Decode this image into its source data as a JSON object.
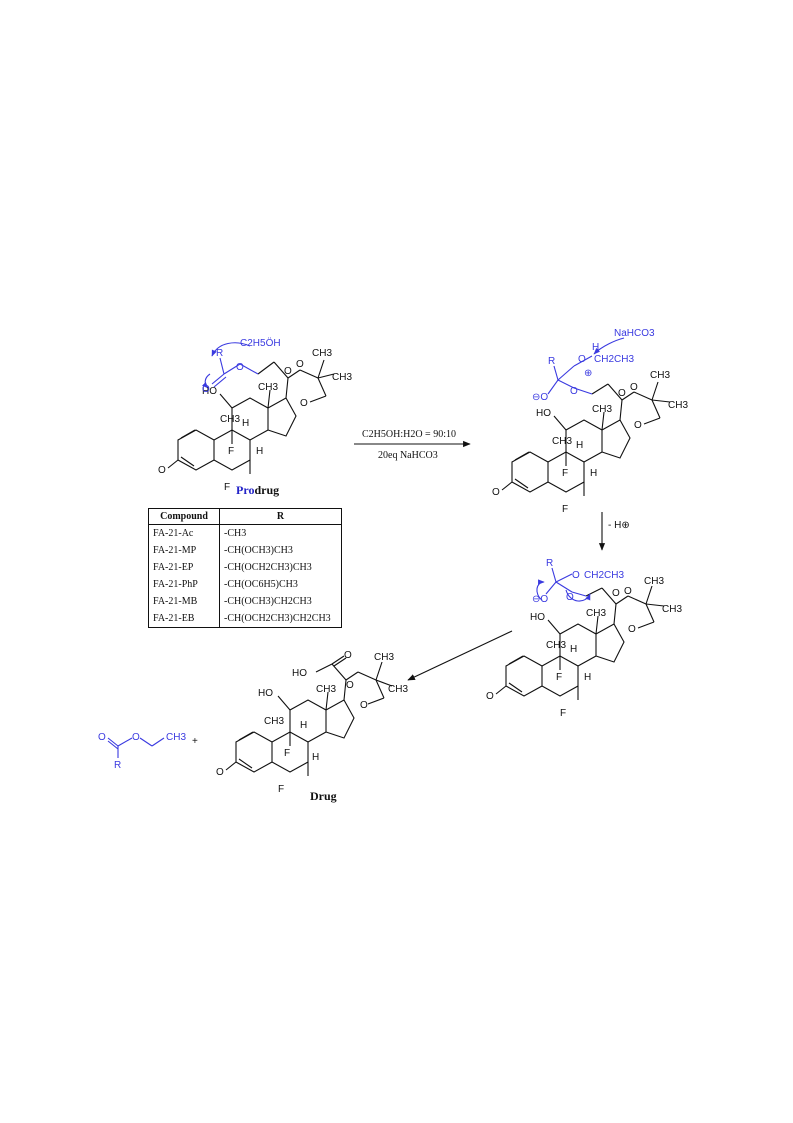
{
  "prodrug": {
    "title_part1": "Pro",
    "title_part2": "drug",
    "labels": {
      "R": "R",
      "O_carbonyl": "O",
      "O_ester": "O",
      "ethanol": "C2H5ÖH",
      "ketone_O": "O",
      "acetal_O1": "O",
      "acetal_O2": "O",
      "CH3_a": "CH3",
      "CH3_b": "CH3",
      "CH3_13": "CH3",
      "CH3_10": "CH3",
      "HO": "HO",
      "F9": "F",
      "H8": "H",
      "H14": "H",
      "F6": "F",
      "O3": "O"
    }
  },
  "conditions": {
    "line1": "C2H5OH:H2O = 90:10",
    "line2": "20eq NaHCO3"
  },
  "intermediate1": {
    "labels": {
      "NaHCO3": "NaHCO3",
      "R": "R",
      "O_minus": "⊖O",
      "H": "H",
      "O_plus": "O",
      "plus": "⊕",
      "CH2CH3": "CH2CH3",
      "O_ester": "O",
      "ketone_O": "O",
      "acetal_O1": "O",
      "acetal_O2": "O",
      "CH3_a": "CH3",
      "CH3_b": "CH3",
      "CH3_13": "CH3",
      "CH3_10": "CH3",
      "HO": "HO",
      "F9": "F",
      "H8": "H",
      "H14": "H",
      "F6": "F",
      "O3": "O"
    }
  },
  "step2": {
    "label": "- H⊕"
  },
  "intermediate2": {
    "labels": {
      "R": "R",
      "O_minus": "⊖O",
      "O_ethoxy": "O",
      "CH2CH3": "CH2CH3",
      "O_ester": "O",
      "ketone_O": "O",
      "acetal_O1": "O",
      "acetal_O2": "O",
      "CH3_a": "CH3",
      "CH3_b": "CH3",
      "CH3_13": "CH3",
      "CH3_10": "CH3",
      "HO": "HO",
      "F9": "F",
      "H8": "H",
      "H14": "H",
      "F6": "F",
      "O3": "O"
    }
  },
  "drug": {
    "title": "Drug",
    "labels": {
      "HO_21": "HO",
      "ketone_O": "O",
      "acetal_O1": "O",
      "acetal_O2": "O",
      "CH3_a": "CH3",
      "CH3_b": "CH3",
      "CH3_13": "CH3",
      "CH3_10": "CH3",
      "HO": "HO",
      "F9": "F",
      "H8": "H",
      "H14": "H",
      "F6": "F",
      "O3": "O"
    }
  },
  "byproduct": {
    "labels": {
      "O_carbonyl": "O",
      "O_ester": "O",
      "CH3": "CH3",
      "R": "R",
      "plus": "+"
    }
  },
  "table": {
    "headers": [
      "Compound",
      "R"
    ],
    "rows": [
      [
        "FA-21-Ac",
        "-CH3"
      ],
      [
        "FA-21-MP",
        "-CH(OCH3)CH3"
      ],
      [
        "FA-21-EP",
        "-CH(OCH2CH3)CH3"
      ],
      [
        "FA-21-PhP",
        "-CH(OC6H5)CH3"
      ],
      [
        "FA-21-MB",
        "-CH(OCH3)CH2CH3"
      ],
      [
        "FA-21-EB",
        "-CH(OCH2CH3)CH2CH3"
      ]
    ]
  },
  "colors": {
    "ink": "#111111",
    "mechanism_blue": "#3a3ae0",
    "title_blue": "#2424c8"
  }
}
